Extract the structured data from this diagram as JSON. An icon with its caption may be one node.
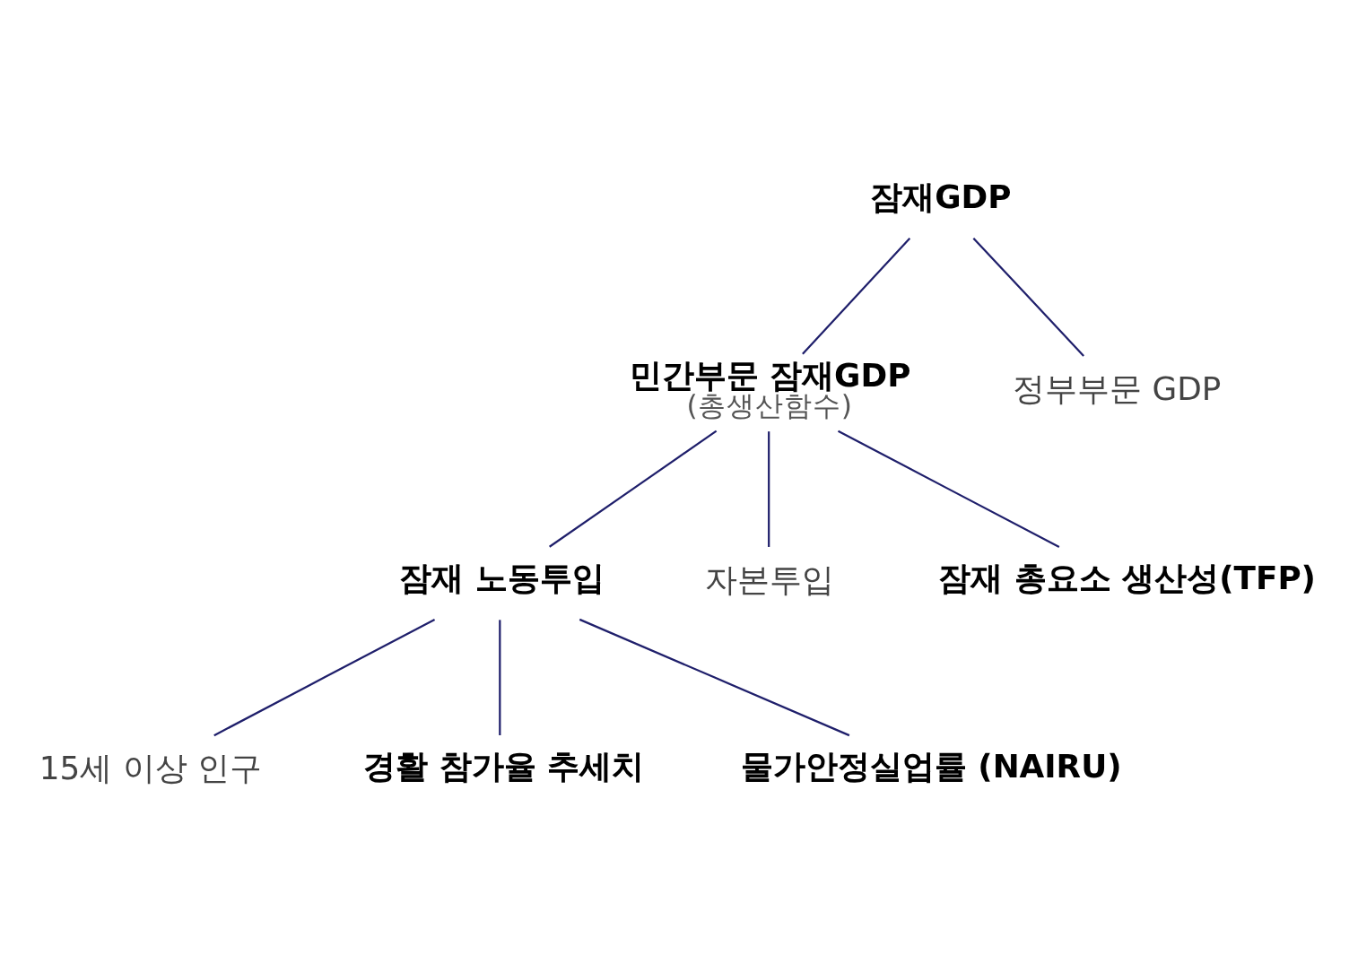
{
  "diagram": {
    "nodes": [
      {
        "text": [
          "잠재GDP"
        ]
      },
      {
        "text": [
          "민간부문 잠재GDP",
          "(총생산함수)"
        ]
      },
      {
        "text": [
          "정부부문 GDP"
        ]
      },
      {
        "text": [
          "잠재 노동투입"
        ]
      },
      {
        "text": [
          "자본투입"
        ]
      },
      {
        "text": [
          "잠재 총요소 생산성(TFP)"
        ]
      },
      {
        "text": [
          "15세 이상 인구"
        ]
      },
      {
        "text": [
          "경활 참가율 추세치"
        ]
      },
      {
        "text": [
          "물가안정실업률 (NAIRU)"
        ]
      }
    ],
    "edges": [
      {
        "from": 0,
        "to": 1,
        "arrow": "none"
      },
      {
        "from": 0,
        "to": 2,
        "arrow": "none"
      },
      {
        "from": 1,
        "to": 3,
        "arrow": "none"
      },
      {
        "from": 1,
        "to": 4,
        "arrow": "none"
      },
      {
        "from": 1,
        "to": 5,
        "arrow": "none"
      },
      {
        "from": 3,
        "to": 6,
        "arrow": "none"
      },
      {
        "from": 3,
        "to": 7,
        "arrow": "none"
      },
      {
        "from": 3,
        "to": 8,
        "arrow": "none"
      }
    ]
  }
}
